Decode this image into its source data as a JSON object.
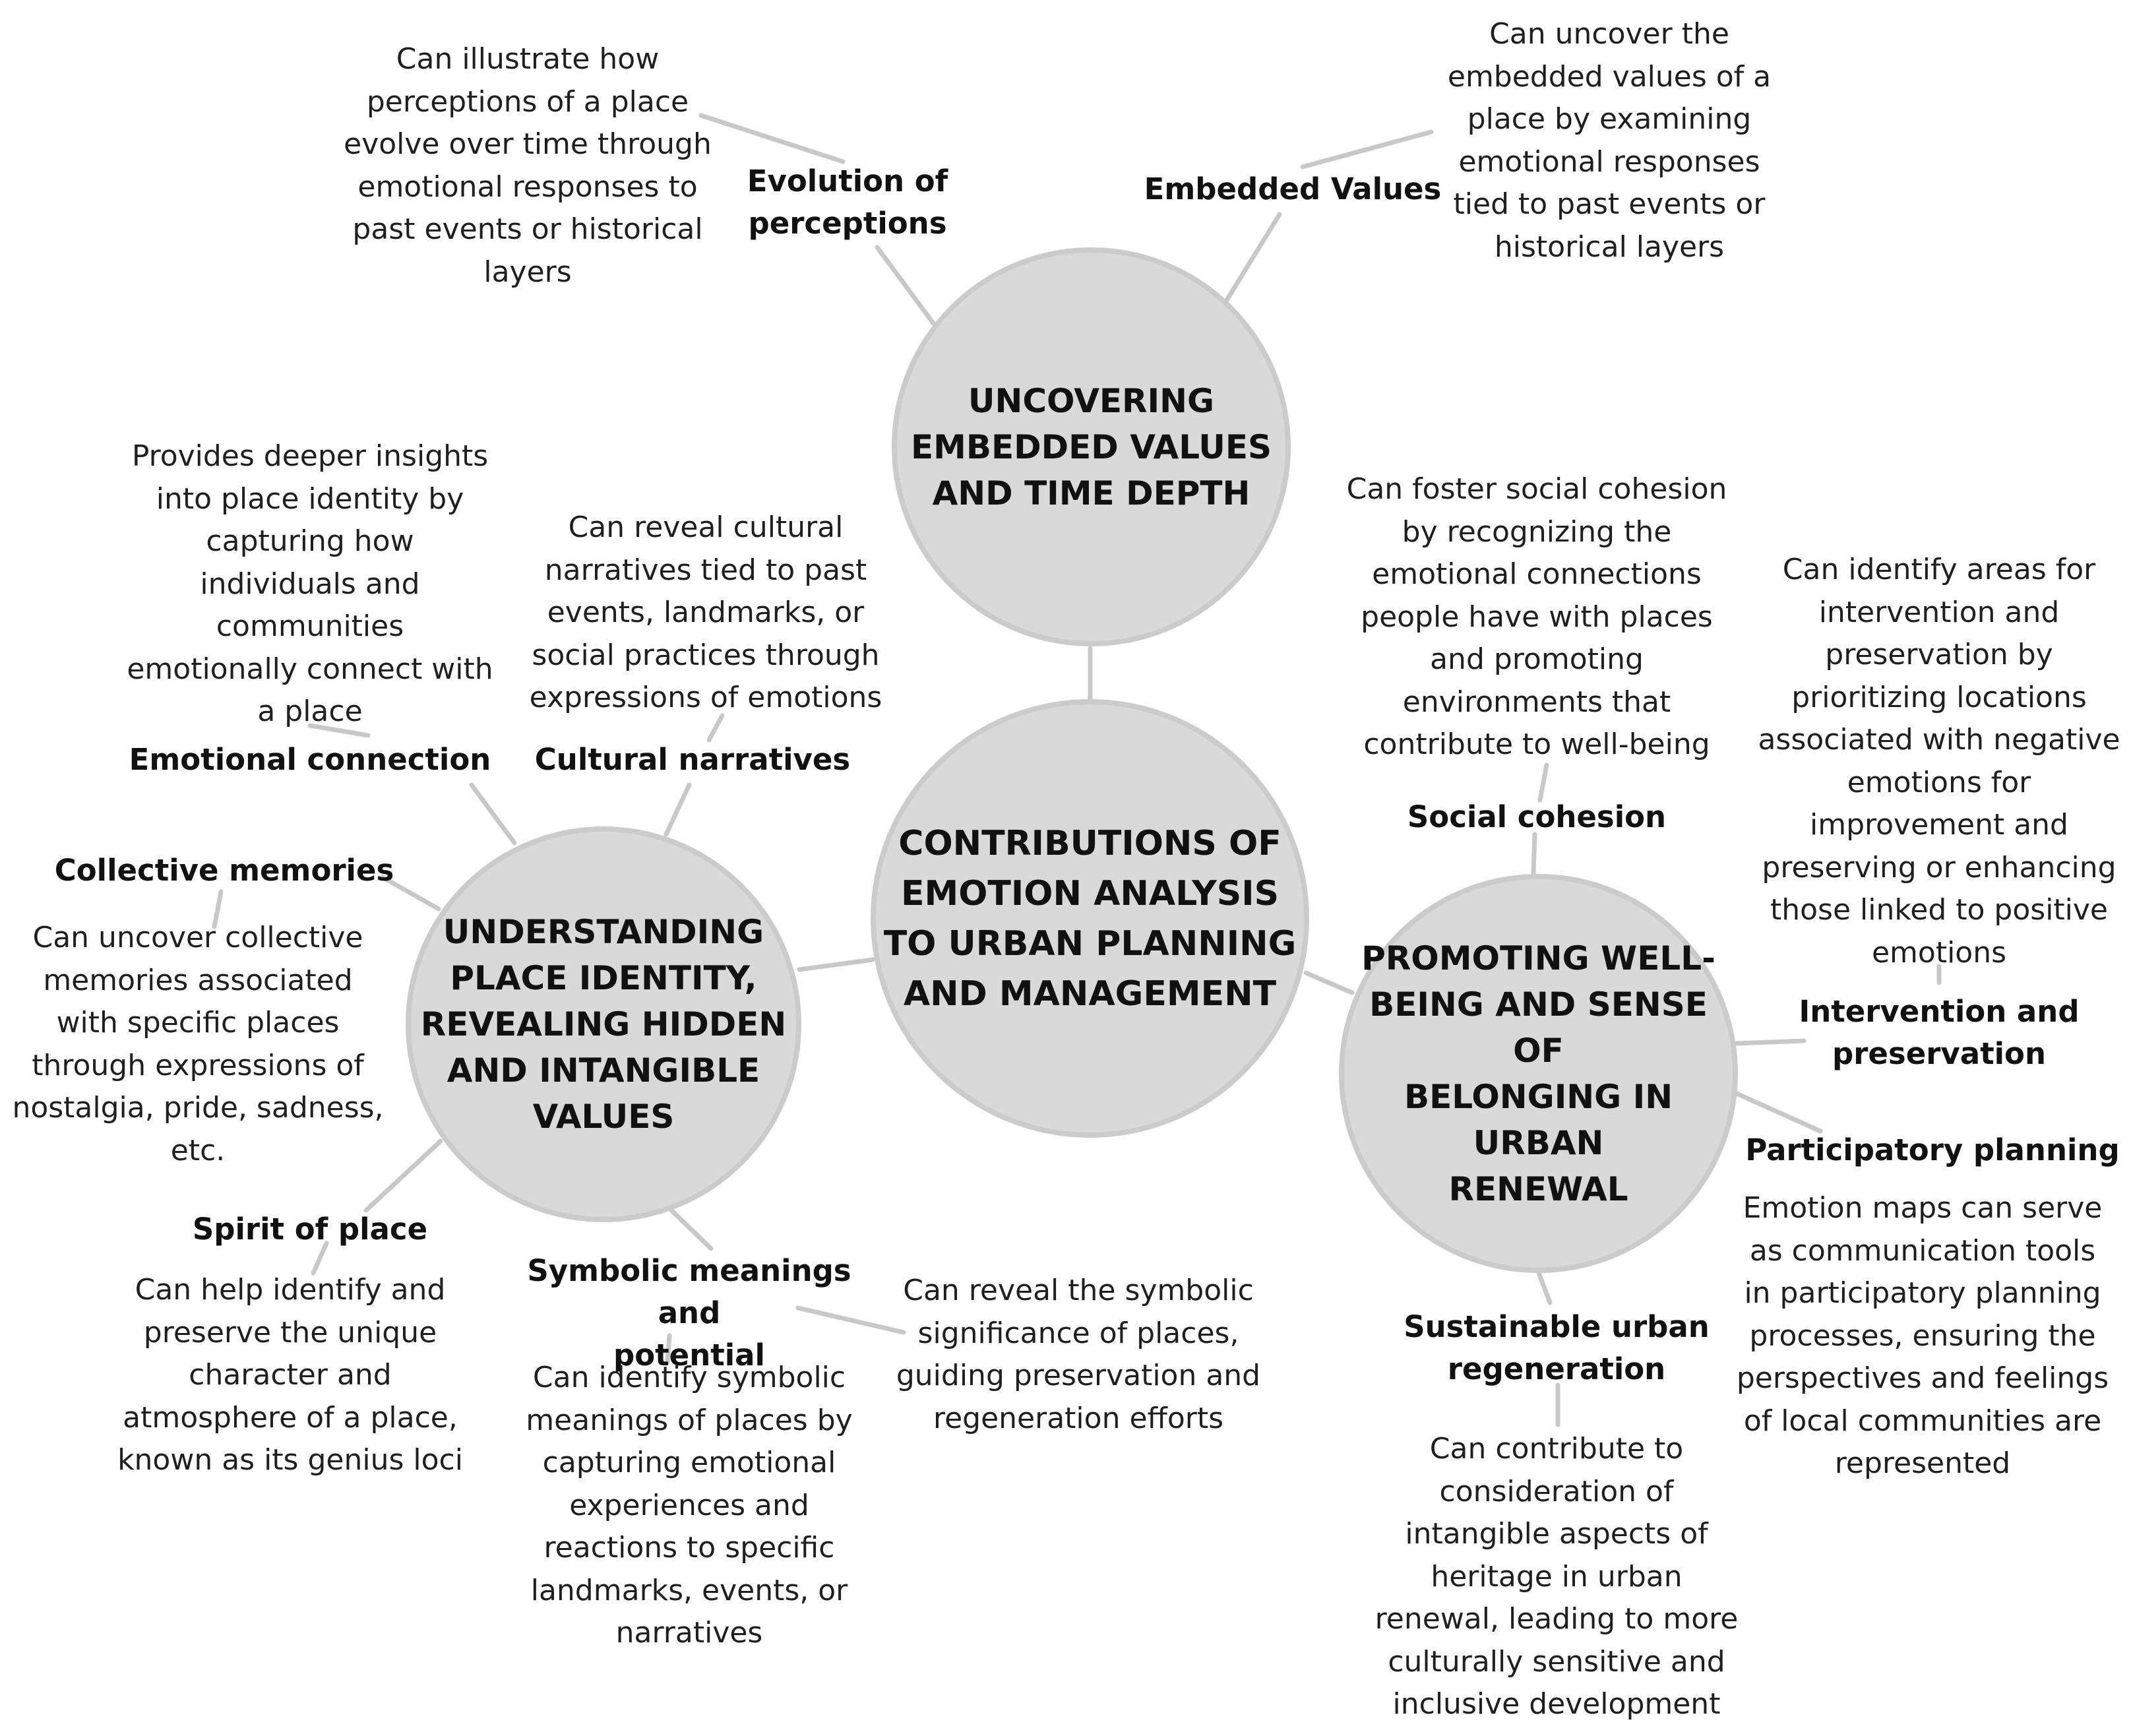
{
  "central": {
    "title": "CONTRIBUTIONS OF\nEMOTION ANALYSIS\nTO URBAN PLANNING\nAND MANAGEMENT"
  },
  "themes": {
    "embedded_values": "UNCOVERING\nEMBEDDED VALUES\nAND TIME DEPTH",
    "place_identity": "UNDERSTANDING\nPLACE IDENTITY,\nREVEALING HIDDEN\nAND INTANGIBLE\nVALUES",
    "well_being": "PROMOTING WELL-\nBEING AND SENSE OF\nBELONGING IN URBAN\nRENEWAL"
  },
  "nodes": {
    "evolution": {
      "label": "Evolution of\nperceptions",
      "desc": "Can illustrate how\nperceptions of a place\nevolve over time through\nemotional responses to\npast events or historical\nlayers"
    },
    "embedded": {
      "label": "Embedded Values",
      "desc": "Can uncover the\nembedded values of a\nplace by examining\nemotional responses\ntied to past events or\nhistorical layers"
    },
    "emotional_connection": {
      "label": "Emotional connection",
      "desc": "Provides deeper insights\ninto place identity by\ncapturing how\nindividuals and\ncommunities\nemotionally connect with\na place"
    },
    "cultural_narratives": {
      "label": "Cultural narratives",
      "desc": "Can reveal cultural\nnarratives tied to past\nevents, landmarks, or\nsocial practices through\nexpressions of emotions"
    },
    "collective_memories": {
      "label": "Collective memories",
      "desc": "Can uncover collective\nmemories associated\nwith specific places\nthrough expressions of\nnostalgia, pride, sadness,\netc."
    },
    "spirit_of_place": {
      "label": "Spirit of place",
      "desc": "Can help identify and\npreserve the unique\ncharacter and\natmosphere of a place,\nknown as its genius loci"
    },
    "symbolic": {
      "label": "Symbolic meanings and\npotential",
      "desc": "Can identify symbolic\nmeanings of places by\ncapturing emotional\nexperiences and\nreactions to specific\nlandmarks, events, or\nnarratives",
      "desc2": "Can reveal the symbolic\nsignificance of places,\nguiding preservation and\nregeneration efforts"
    },
    "social_cohesion": {
      "label": "Social cohesion",
      "desc": "Can foster social cohesion\nby recognizing the\nemotional connections\npeople have with places\nand promoting\nenvironments that\ncontribute to well-being"
    },
    "intervention": {
      "label": "Intervention and\npreservation",
      "desc": "Can identify areas for\nintervention and\npreservation by\nprioritizing locations\nassociated with negative\nemotions for\nimprovement and\npreserving or enhancing\nthose linked to positive\nemotions"
    },
    "participatory": {
      "label": "Participatory planning",
      "desc": "Emotion maps can serve\nas communication tools\nin participatory planning\nprocesses, ensuring the\nperspectives and feelings\nof local communities are\nrepresented"
    },
    "sustainable": {
      "label": "Sustainable urban\nregeneration",
      "desc": "Can contribute to\nconsideration of\nintangible aspects of\nheritage in urban\nrenewal, leading to more\nculturally sensitive and\ninclusive development"
    }
  }
}
